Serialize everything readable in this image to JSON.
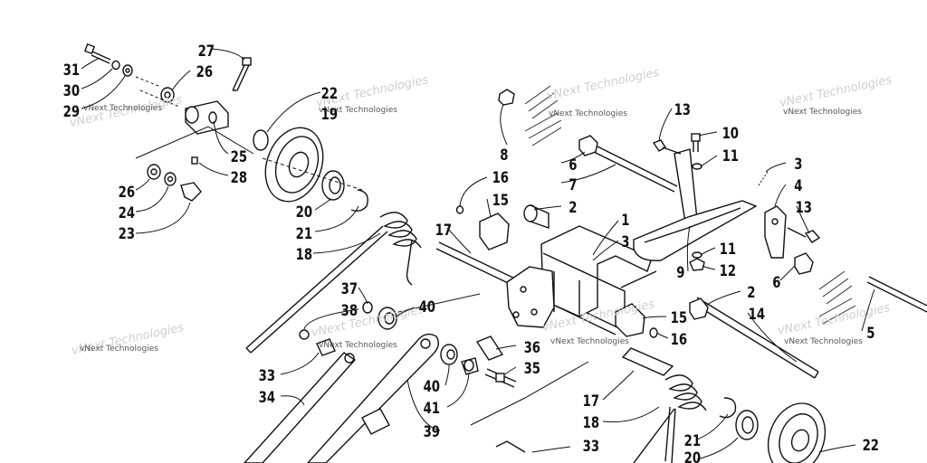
{
  "callouts": [
    {
      "id": "c27a",
      "label": "27"
    },
    {
      "id": "c31",
      "label": "31"
    },
    {
      "id": "c26a",
      "label": "26"
    },
    {
      "id": "c30",
      "label": "30"
    },
    {
      "id": "c29",
      "label": "29"
    },
    {
      "id": "c22a",
      "label": "22"
    },
    {
      "id": "c19",
      "label": "19"
    },
    {
      "id": "c25",
      "label": "25"
    },
    {
      "id": "c28",
      "label": "28"
    },
    {
      "id": "c26b",
      "label": "26"
    },
    {
      "id": "c24",
      "label": "24"
    },
    {
      "id": "c23",
      "label": "23"
    },
    {
      "id": "c20a",
      "label": "20"
    },
    {
      "id": "c21a",
      "label": "21"
    },
    {
      "id": "c18a",
      "label": "18"
    },
    {
      "id": "c8",
      "label": "8"
    },
    {
      "id": "c6a",
      "label": "6"
    },
    {
      "id": "c7",
      "label": "7"
    },
    {
      "id": "c16a",
      "label": "16"
    },
    {
      "id": "c15a",
      "label": "15"
    },
    {
      "id": "c2a",
      "label": "2"
    },
    {
      "id": "c17a",
      "label": "17"
    },
    {
      "id": "c1",
      "label": "1"
    },
    {
      "id": "c3a",
      "label": "3"
    },
    {
      "id": "c13a",
      "label": "13"
    },
    {
      "id": "c10",
      "label": "10"
    },
    {
      "id": "c11a",
      "label": "11"
    },
    {
      "id": "c3b",
      "label": "3"
    },
    {
      "id": "c4",
      "label": "4"
    },
    {
      "id": "c13b",
      "label": "13"
    },
    {
      "id": "c11b",
      "label": "11"
    },
    {
      "id": "c9",
      "label": "9"
    },
    {
      "id": "c12",
      "label": "12"
    },
    {
      "id": "c6b",
      "label": "6"
    },
    {
      "id": "c2b",
      "label": "2"
    },
    {
      "id": "c14",
      "label": "14"
    },
    {
      "id": "c5",
      "label": "5"
    },
    {
      "id": "c15b",
      "label": "15"
    },
    {
      "id": "c16b",
      "label": "16"
    },
    {
      "id": "c37",
      "label": "37"
    },
    {
      "id": "c38",
      "label": "38"
    },
    {
      "id": "c40a",
      "label": "40"
    },
    {
      "id": "c36",
      "label": "36"
    },
    {
      "id": "c35",
      "label": "35"
    },
    {
      "id": "c33a",
      "label": "33"
    },
    {
      "id": "c34",
      "label": "34"
    },
    {
      "id": "c40b",
      "label": "40"
    },
    {
      "id": "c41",
      "label": "41"
    },
    {
      "id": "c39",
      "label": "39"
    },
    {
      "id": "c17b",
      "label": "17"
    },
    {
      "id": "c18b",
      "label": "18"
    },
    {
      "id": "c33b",
      "label": "33"
    },
    {
      "id": "c21b",
      "label": "21"
    },
    {
      "id": "c20b",
      "label": "20"
    },
    {
      "id": "c22b",
      "label": "22"
    }
  ],
  "watermarks": [
    {
      "id": "w1",
      "text": "vNext Technologies"
    },
    {
      "id": "w2",
      "text": "vNext Technologies"
    },
    {
      "id": "w3",
      "text": "vNext Technologies"
    },
    {
      "id": "w4",
      "text": "vNext Technologies"
    },
    {
      "id": "w5",
      "text": "vNext Technologies"
    },
    {
      "id": "w6",
      "text": "vNext Technologies"
    },
    {
      "id": "w7",
      "text": "vNext Technologies"
    },
    {
      "id": "w8",
      "text": "vNext Technologies"
    }
  ]
}
